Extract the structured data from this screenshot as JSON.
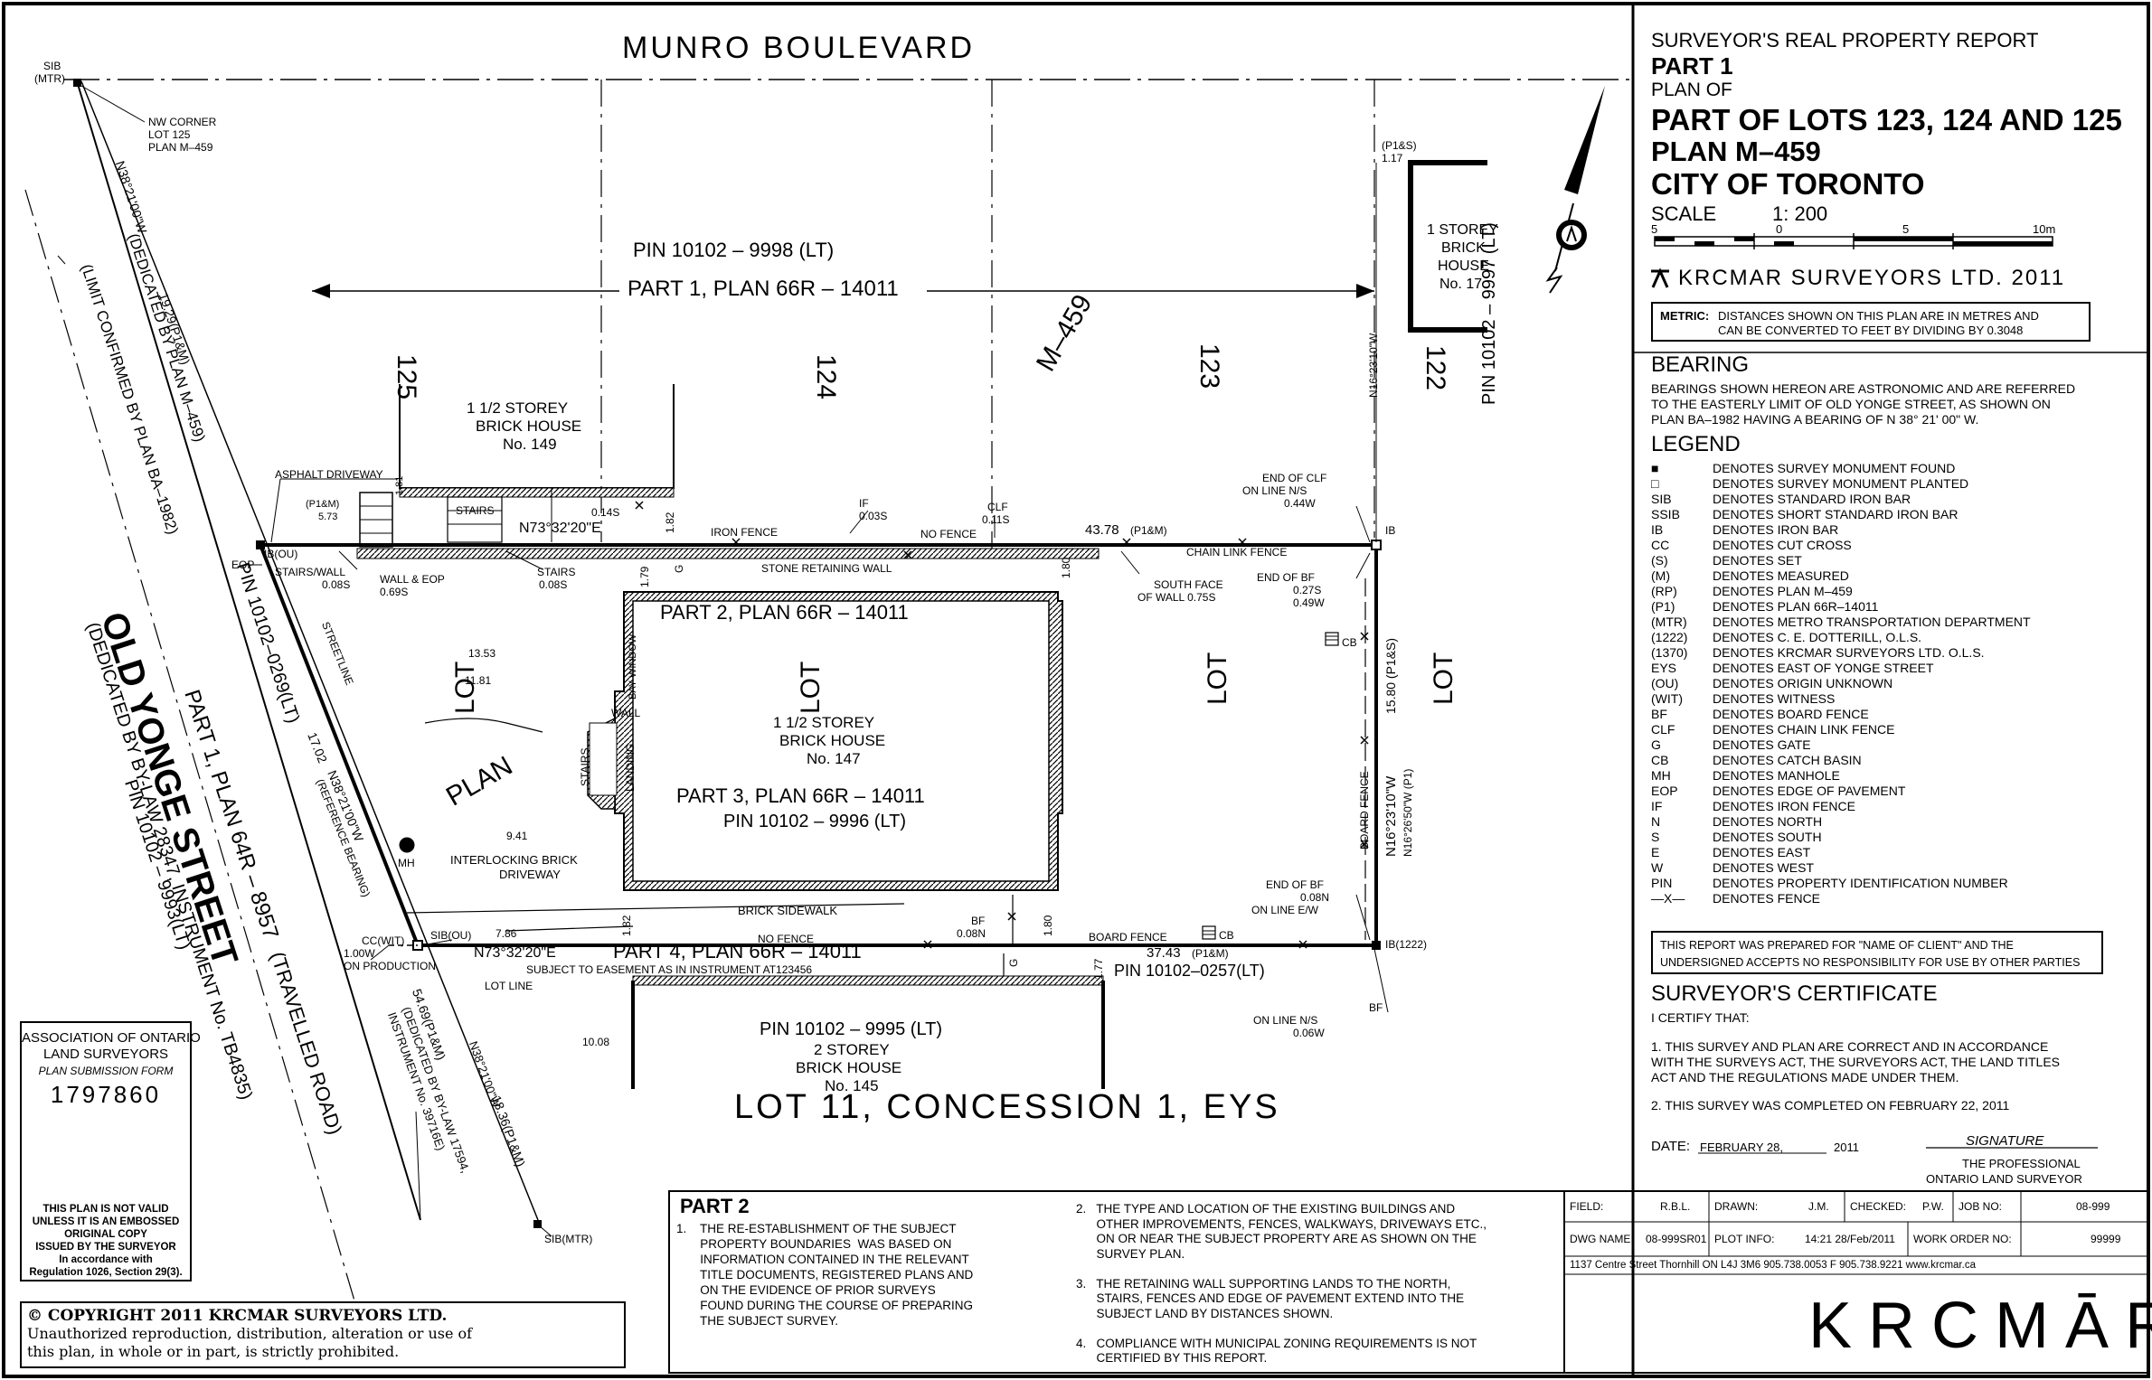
{
  "report": {
    "heading": "SURVEYOR'S REAL PROPERTY REPORT",
    "part": "PART 1",
    "plan_of": "PLAN OF",
    "title_line1": "PART OF LOTS 123, 124 AND 125",
    "title_line2": "PLAN M–459",
    "title_line3": "CITY OF TORONTO",
    "scale_label": "SCALE",
    "scale_value": "1: 200",
    "scale_ticks": [
      "5",
      "0",
      "5",
      "10m"
    ],
    "firm_line": "KRCMAR SURVEYORS LTD. 2011",
    "metric_label": "METRIC:",
    "metric_text_1": "DISTANCES SHOWN ON THIS PLAN ARE IN METRES AND",
    "metric_text_2": "CAN BE CONVERTED TO FEET BY DIVIDING BY 0.3048"
  },
  "bearing": {
    "title": "BEARING",
    "lines": [
      "BEARINGS SHOWN HEREON ARE ASTRONOMIC AND ARE REFERRED",
      "TO THE EASTERLY LIMIT OF OLD YONGE STREET, AS SHOWN ON",
      "PLAN BA–1982  HAVING A BEARING OF N 38° 21' 00\" W."
    ]
  },
  "legend": {
    "title": "LEGEND",
    "items": [
      {
        "symbol": "■",
        "desc": "DENOTES SURVEY MONUMENT FOUND"
      },
      {
        "symbol": "□",
        "desc": "DENOTES SURVEY MONUMENT PLANTED"
      },
      {
        "symbol": "SIB",
        "desc": "DENOTES STANDARD IRON BAR"
      },
      {
        "symbol": "SSIB",
        "desc": "DENOTES SHORT STANDARD IRON BAR"
      },
      {
        "symbol": "IB",
        "desc": "DENOTES IRON BAR"
      },
      {
        "symbol": "CC",
        "desc": "DENOTES CUT CROSS"
      },
      {
        "symbol": "(S)",
        "desc": "DENOTES SET"
      },
      {
        "symbol": "(M)",
        "desc": "DENOTES MEASURED"
      },
      {
        "symbol": "(RP)",
        "desc": "DENOTES PLAN M–459"
      },
      {
        "symbol": "(P1)",
        "desc": "DENOTES PLAN 66R–14011"
      },
      {
        "symbol": "(MTR)",
        "desc": "DENOTES METRO TRANSPORTATION DEPARTMENT"
      },
      {
        "symbol": "(1222)",
        "desc": "DENOTES C. E. DOTTERILL, O.L.S."
      },
      {
        "symbol": "(1370)",
        "desc": "DENOTES KRCMAR SURVEYORS LTD. O.L.S."
      },
      {
        "symbol": "EYS",
        "desc": "DENOTES EAST OF YONGE STREET"
      },
      {
        "symbol": "(OU)",
        "desc": "DENOTES ORIGIN UNKNOWN"
      },
      {
        "symbol": "(WIT)",
        "desc": "DENOTES WITNESS"
      },
      {
        "symbol": "BF",
        "desc": "DENOTES BOARD FENCE"
      },
      {
        "symbol": "CLF",
        "desc": "DENOTES CHAIN LINK FENCE"
      },
      {
        "symbol": "G",
        "desc": "DENOTES GATE"
      },
      {
        "symbol": "CB",
        "desc": "DENOTES CATCH BASIN"
      },
      {
        "symbol": "MH",
        "desc": "DENOTES MANHOLE"
      },
      {
        "symbol": "EOP",
        "desc": "DENOTES EDGE OF PAVEMENT"
      },
      {
        "symbol": "IF",
        "desc": "DENOTES IRON FENCE"
      },
      {
        "symbol": "N",
        "desc": "DENOTES NORTH"
      },
      {
        "symbol": "S",
        "desc": "DENOTES SOUTH"
      },
      {
        "symbol": "E",
        "desc": "DENOTES EAST"
      },
      {
        "symbol": "W",
        "desc": "DENOTES WEST"
      },
      {
        "symbol": "PIN",
        "desc": "DENOTES PROPERTY IDENTIFICATION NUMBER"
      },
      {
        "symbol": "—X—",
        "desc": "DENOTES FENCE"
      }
    ]
  },
  "client_note": {
    "line1": "THIS REPORT WAS PREPARED FOR \"NAME OF CLIENT\" AND THE",
    "line2": "UNDERSIGNED ACCEPTS NO RESPONSIBILITY FOR USE BY OTHER PARTIES"
  },
  "certificate": {
    "title": "SURVEYOR'S CERTIFICATE",
    "intro": "I CERTIFY THAT:",
    "item1_l1": "1. THIS SURVEY AND PLAN ARE CORRECT AND IN ACCORDANCE",
    "item1_l2": "WITH THE SURVEYS ACT, THE SURVEYORS ACT, THE LAND TITLES",
    "item1_l3": "ACT AND THE REGULATIONS MADE UNDER THEM.",
    "item2": "2. THIS SURVEY WAS COMPLETED ON FEBRUARY 22, 2011",
    "date_label": "DATE:",
    "date_value": "FEBRUARY 28,",
    "date_year": "2011",
    "signature": "SIGNATURE",
    "sig_line1": "THE PROFESSIONAL",
    "sig_line2": "ONTARIO LAND SURVEYOR"
  },
  "title_block": {
    "field_label": "FIELD:",
    "field_value": "R.B.L.",
    "drawn_label": "DRAWN:",
    "drawn_value": "J.M.",
    "checked_label": "CHECKED:",
    "checked_value": "P.W.",
    "job_label": "JOB NO:",
    "job_value": "08-999",
    "dwg_label": "DWG NAME:",
    "dwg_value": "08-999SR01",
    "plot_label": "PLOT INFO:",
    "plot_value": "14:21 28/Feb/2011",
    "work_label": "WORK ORDER NO:",
    "work_value": "99999",
    "address": "1137 Centre Street  Thornhill  ON  L4J 3M6      905.738.0053      F 905.738.9221      www.krcmar.ca",
    "logo": "KRCMĀR"
  },
  "part2": {
    "title": "PART 2",
    "notes_left": [
      "1.    THE RE-ESTABLISHMENT OF THE SUBJECT",
      "       PROPERTY BOUNDARIES  WAS BASED ON",
      "       INFORMATION CONTAINED IN THE RELEVANT",
      "       TITLE DOCUMENTS, REGISTERED PLANS AND",
      "       ON THE EVIDENCE OF PRIOR SURVEYS",
      "       FOUND DURING THE COURSE OF PREPARING",
      "       THE SUBJECT SURVEY."
    ],
    "notes_right": [
      "2.   THE TYPE AND LOCATION OF THE EXISTING BUILDINGS AND",
      "      OTHER IMPROVEMENTS, FENCES, WALKWAYS, DRIVEWAYS ETC.,",
      "      ON OR NEAR THE SUBJECT PROPERTY ARE AS SHOWN ON THE",
      "      SURVEY PLAN.",
      "",
      "3.   THE RETAINING WALL SUPPORTING LANDS TO THE NORTH,",
      "      STAIRS, FENCES AND EDGE OF PAVEMENT EXTEND INTO THE",
      "      SUBJECT LAND BY DISTANCES SHOWN.",
      "",
      "4.   COMPLIANCE WITH MUNICIPAL ZONING REQUIREMENTS IS NOT",
      "      CERTIFIED BY THIS REPORT."
    ]
  },
  "aols": {
    "line1": "ASSOCIATION OF ONTARIO",
    "line2": "LAND SURVEYORS",
    "line3": "PLAN SUBMISSION FORM",
    "number": "1797860",
    "v1": "THIS PLAN IS NOT VALID",
    "v2": "UNLESS IT IS AN EMBOSSED",
    "v3": "ORIGINAL COPY",
    "v4": "ISSUED BY THE SURVEYOR",
    "v5": "In accordance with",
    "v6": "Regulation 1026, Section 29(3)."
  },
  "copyright": {
    "line1": "© COPYRIGHT 2011 KRCMAR SURVEYORS LTD.",
    "line2": "Unauthorized reproduction, distribution, alteration or use of",
    "line3": "this plan, in whole or in part, is strictly prohibited."
  },
  "plan": {
    "munro": "MUNRO BOULEVARD",
    "lot11": "LOT 11, CONCESSION 1, EYS",
    "old_yonge": "OLD YONGE STREET",
    "travelled_road": "(TRAVELLED ROAD)",
    "dedicated_bylaw": "(DEDICATED BY BY-LAW 28347, INSTRUMENT No. TB4835)",
    "part1_64r": "PART 1, PLAN 64R – 8957",
    "pin_yonge": "PIN  10102 – 9993(LT)",
    "pin_yonge2": "PIN 10102–0269(LT)",
    "dedicated_m459": "(DEDICATED BY PLAN M–459)",
    "limit_confirmed": "(LIMIT CONFIRMED BY PLAN BA–1982)",
    "dim_1929": "19.29(P1&M)",
    "bearing_nw": "N38°21'00\"W",
    "pin_9998": "PIN  10102 – 9998 (LT)",
    "part1_66r": "PART 1, PLAN 66R – 14011",
    "lot125": "125",
    "lot124": "124",
    "lotm459": "M–459",
    "lot123": "123",
    "lot122": "122",
    "house149_1": "1 1/2  STOREY",
    "house149_2": "BRICK HOUSE",
    "house149_3": "No. 149",
    "house17_1": "1 STOREY",
    "house17_2": "BRICK",
    "house17_3": "HOUSE",
    "house17_4": "No. 17",
    "house147_1": "1 1/2  STOREY",
    "house147_2": "BRICK HOUSE",
    "house147_3": "No. 147",
    "house145_1": "2 STOREY",
    "house145_2": "BRICK HOUSE",
    "house145_3": "No. 145",
    "part2_66r": "PART 2, PLAN 66R – 14011",
    "part3_66r": "PART 3, PLAN 66R – 14011",
    "pin_9996": "PIN  10102 – 9996 (LT)",
    "part4_66r": "PART 4, PLAN 66R – 14011",
    "pin_9995": "PIN  10102 – 9995 (LT)",
    "pin_0257": "PIN 10102–0257(LT)",
    "pin_9997": "PIN  10102 – 9997 (LT)",
    "lot_word": "LOT",
    "plan_word": "PLAN",
    "sib_mtr": "SIB",
    "sib_mtr2": "(MTR)",
    "nw_corner1": "NW CORNER",
    "nw_corner2": "LOT 125",
    "nw_corner3": "PLAN M–459",
    "asphalt": "ASPHALT DRIVEWAY",
    "ib_ou": "IB(OU)",
    "eop": "EOP",
    "stairs_wall": "STAIRS/WALL",
    "d008s": "0.08S",
    "wall_eop": "WALL & EOP",
    "d069s": "0.69S",
    "stairs": "STAIRS",
    "stairs_008s": "0.08S",
    "p1m": "(P1&M)",
    "d573": "5.73",
    "d181": "1.81",
    "bearing_n73": "N73°32'20\"E",
    "d014s": "0.14S",
    "if_lbl": "IF",
    "if_003s": "0.03S",
    "clf_lbl": "CLF",
    "clf_011s": "0.11S",
    "iron_fence": "IRON   FENCE",
    "no_fence": "NO FENCE",
    "d4378": "43.78",
    "d4378p": "(P1&M)",
    "chain_link": "CHAIN LINK FENCE",
    "stone_wall": "STONE RETAINING WALL",
    "south_face1": "SOUTH FACE",
    "south_face2": "OF WALL 0.75S",
    "end_clf1": "END OF CLF",
    "end_clf2": "ON LINE N/S",
    "end_clf3": "0.44W",
    "end_bf1": "END OF BF",
    "end_bf2": "0.27S",
    "end_bf3": "0.49W",
    "ib_lbl": "IB",
    "p1s": "(P1&S)",
    "d117": "1.17",
    "d1580": "15.80 (P1&S)",
    "bearing_n16": "N16°23'10\"W",
    "bearing_n16b": "N16°26'50\"W (P1)",
    "board_fence_v": "BOARD FENCE",
    "cb": "CB",
    "d1353": "13.53",
    "d1181": "11.81",
    "streetline": "STREETLINE",
    "bay_window": "BAY WINDOW",
    "wall_lbl": "WALL",
    "landing": "LANDING",
    "d1702": "17.02",
    "bearing_ref": "N38°21'00\"W",
    "ref_bearing": "(REFERENCE BEARING)",
    "d941": "9.41",
    "interlock1": "INTERLOCKING BRICK",
    "interlock2": "DRIVEWAY",
    "mh": "MH",
    "brick_sidewalk": "BRICK SIDEWALK",
    "end_bf_ew1": "END OF BF",
    "end_bf_ew2": "0.08N",
    "end_bf_ew3": "ON LINE E/W",
    "bf_lbl": "BF",
    "bf_008n": "0.08N",
    "d180": "1.80",
    "d182": "1.82",
    "d179": "1.79",
    "d177": "1.77",
    "board_fence_h": "BOARD FENCE",
    "cc_wit": "CC(WIT)",
    "d100w": "1.00W",
    "on_production": "ON PRODUCTION",
    "sib_ou": "SIB(OU)",
    "d786": "7.86",
    "bearing_n73b": "N73°32'20\"E",
    "d3743": "37.43",
    "d3743p": "(P1&M)",
    "ib1222": "IB(1222)",
    "easement": "SUBJECT TO EASEMENT  AS IN  INSTRUMENT AT123456",
    "lot_line": "LOT LINE",
    "d1008": "10.08",
    "bf_on_line1": "BF",
    "bf_on_line2": "ON LINE N/S",
    "bf_on_line3": "0.06W",
    "d5469": "54.69(P1&M)",
    "ded_17594": "(DEDICATED BY BY-LAW 17594,",
    "inst_39716": "INSTRUMENT No. 39716E)",
    "d1836": "18.36(P1&M)",
    "bearing_n38b": "N38°21'00\"W",
    "sib_mtr_bottom": "SIB(MTR)",
    "g_lbl": "G"
  }
}
